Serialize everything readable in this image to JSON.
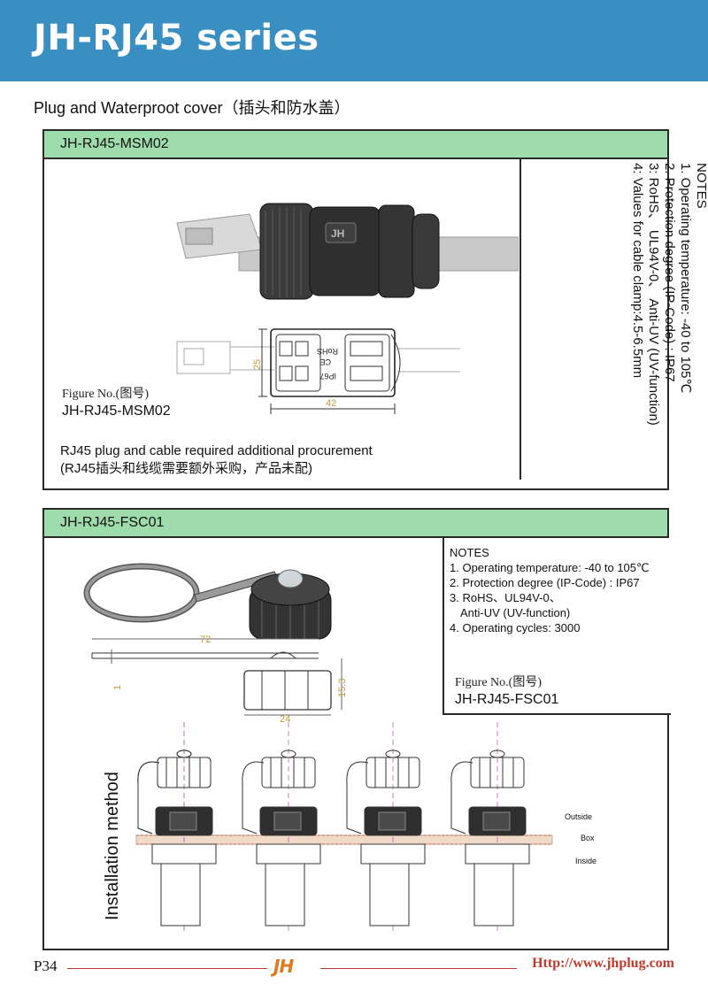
{
  "header": {
    "title": "JH-RJ45 series"
  },
  "subtitle": "Plug and Waterproot cover（插头和防水盖）",
  "section1": {
    "title": "JH-RJ45-MSM02",
    "notes": [
      "NOTES",
      "1. Operating temperature: -40 to 105℃",
      "2. Protection degree (IP-Code) : IP67",
      "3: RoHS、 UL94V-0、 Anti-UV (UV-function)",
      "4: Values for cable clamp:4.5-6.5mm"
    ],
    "figure_label": "Figure No.(图号)",
    "figure_code": "JH-RJ45-MSM02",
    "procure_en": "RJ45 plug and cable required additional procurement",
    "procure_cn": "(RJ45插头和线缆需要额外采购，产品未配)",
    "dims": {
      "height": "25",
      "length": "42"
    },
    "device_marks": {
      "rohs": "RoHS",
      "ip": "IP67",
      "ce": "CE",
      "brand": "JH"
    }
  },
  "section2": {
    "title": "JH-RJ45-FSC01",
    "notes": [
      "NOTES",
      "1. Operating temperature: -40 to 105℃",
      "2. Protection degree (IP-Code) : IP67",
      "3. RoHS、UL94V-0、",
      "   Anti-UV (UV-function)",
      "4. Operating cycles: 3000"
    ],
    "figure_label": "Figure No.(图号)",
    "figure_code": "JH-RJ45-FSC01",
    "dims": {
      "length": "72",
      "thickness": "1",
      "height": "15.3",
      "width": "24"
    },
    "install_label": "Installation method",
    "layer_labels": {
      "outside": "Outside",
      "box": "Box",
      "inside": "Inside"
    }
  },
  "footer": {
    "page": "P34",
    "logo": "JH",
    "url": "Http://www.jhplug.com"
  },
  "colors": {
    "header_bg": "#3a8fc2",
    "box_head": "#9fdcac",
    "footer_accent": "#c0392b",
    "logo": "#e07b1c"
  }
}
